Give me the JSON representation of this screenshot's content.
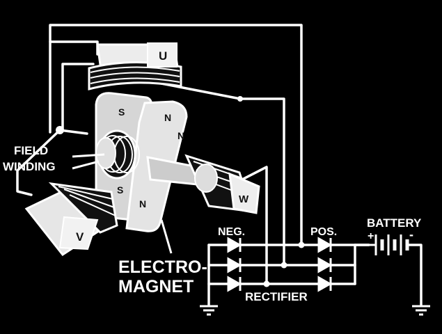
{
  "labels": {
    "field_winding_line1": "FIELD",
    "field_winding_line2": "WINDING",
    "electromagnet_line1": "ELECTRO-",
    "electromagnet_line2": "MAGNET",
    "neg": "NEG.",
    "pos": "POS.",
    "battery": "BATTERY",
    "battery_plus": "+",
    "battery_minus": "-",
    "rectifier": "RECTIFIER"
  },
  "coils": {
    "u": "U",
    "v": "V",
    "w": "W"
  },
  "poles": {
    "s_top": "S",
    "n_top": "N",
    "n_right": "N",
    "n_bottom": "N",
    "s_bottom": "S"
  },
  "colors": {
    "background": "#000000",
    "lines": "#ffffff",
    "coil_face": "#e8e8e8",
    "magnet_body": "#d0d0d0"
  }
}
